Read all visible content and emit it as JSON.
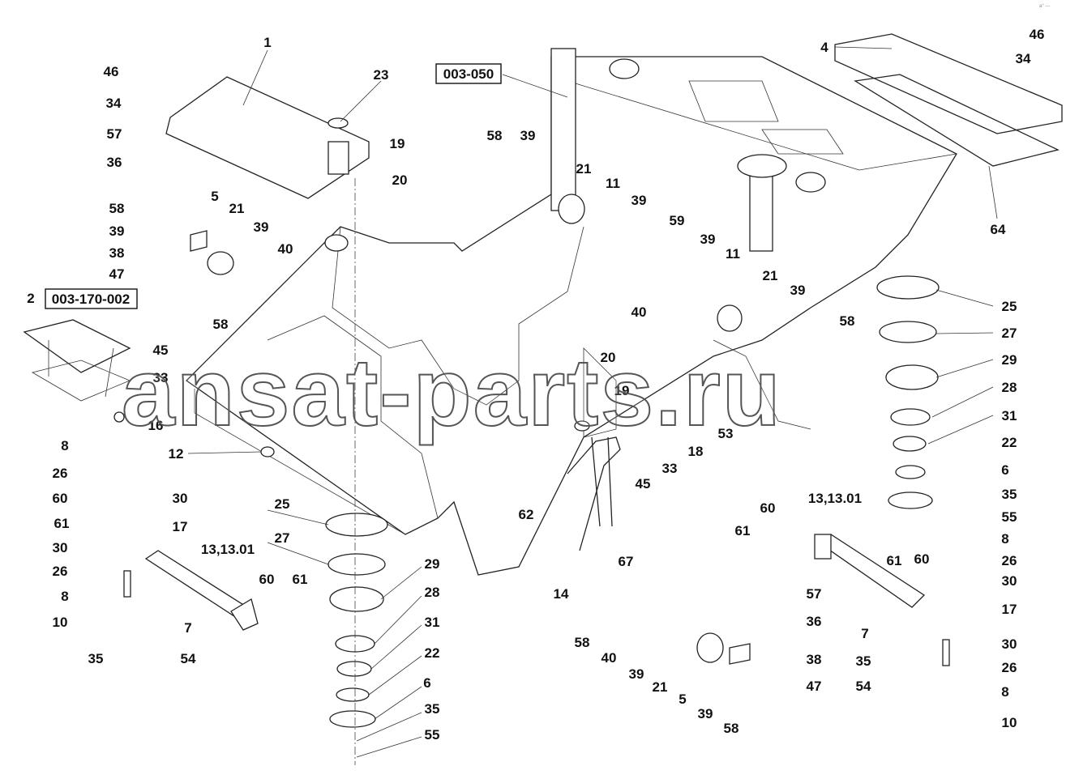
{
  "diagram": {
    "corner_mark": "a° ---",
    "watermark": "ansat-parts.ru",
    "ref_boxes": [
      "003-050",
      "003-170-002"
    ],
    "labels": [
      "1",
      "23",
      "46",
      "34",
      "57",
      "36",
      "19",
      "20",
      "5",
      "21",
      "58",
      "39",
      "39",
      "38",
      "40",
      "47",
      "58",
      "2",
      "45",
      "33",
      "16",
      "12",
      "8",
      "26",
      "60",
      "30",
      "61",
      "17",
      "30",
      "26",
      "13,13.01",
      "8",
      "10",
      "7",
      "35",
      "54",
      "60",
      "61",
      "25",
      "27",
      "29",
      "28",
      "31",
      "22",
      "6",
      "35",
      "55",
      "58",
      "39",
      "21",
      "11",
      "39",
      "59",
      "39",
      "11",
      "40",
      "21",
      "39",
      "58",
      "20",
      "19",
      "53",
      "18",
      "45",
      "33",
      "62",
      "14",
      "67",
      "4",
      "46",
      "34",
      "64",
      "25",
      "27",
      "29",
      "28",
      "31",
      "22",
      "6",
      "35",
      "55",
      "13,13.01",
      "60",
      "61",
      "61",
      "60",
      "8",
      "26",
      "30",
      "17",
      "30",
      "26",
      "8",
      "10",
      "7",
      "35",
      "54",
      "57",
      "36",
      "38",
      "47",
      "58",
      "40",
      "39",
      "21",
      "5",
      "39",
      "58"
    ]
  }
}
